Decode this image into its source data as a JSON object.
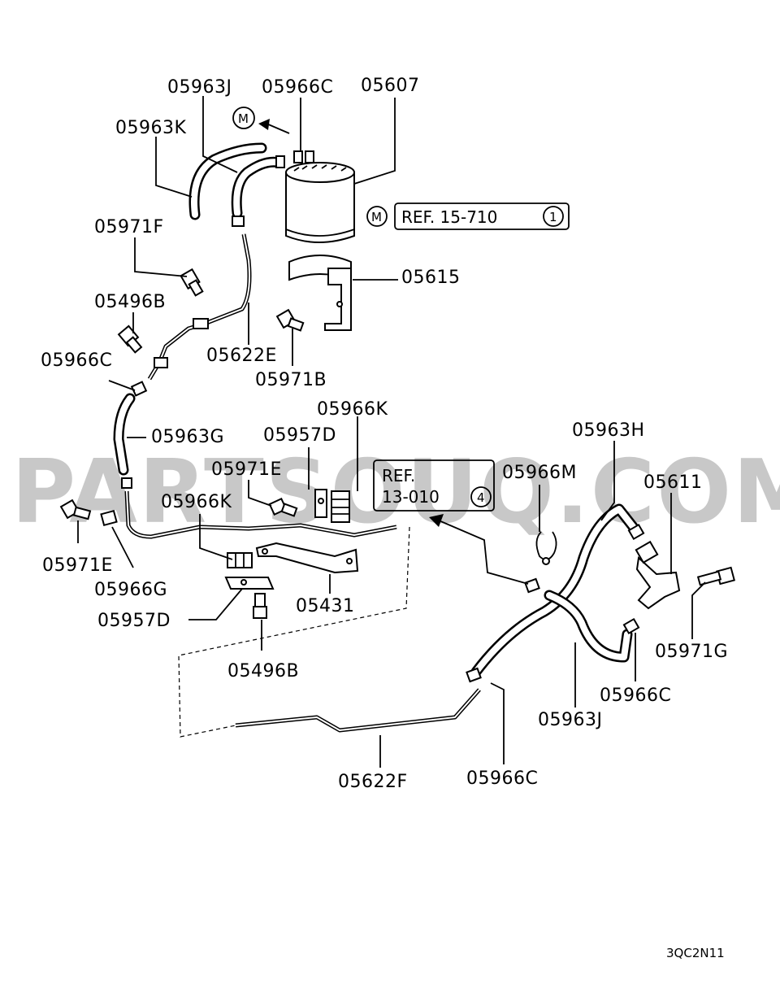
{
  "watermark": "PARTSOUQ.COM",
  "labels": {
    "l_05963J_top": "05963J",
    "l_05966C_top": "05966C",
    "l_05607": "05607",
    "l_05963K": "05963K",
    "l_05971F": "05971F",
    "l_05615": "05615",
    "l_05496B_left": "05496B",
    "l_05622E": "05622E",
    "l_05966C_left": "05966C",
    "l_05971B": "05971B",
    "l_05966K_top": "05966K",
    "l_05957D_top": "05957D",
    "l_05963G": "05963G",
    "l_05971E_mid": "05971E",
    "l_05966K_mid": "05966K",
    "l_05966M": "05966M",
    "l_05963H": "05963H",
    "l_05611": "05611",
    "l_05971E_left": "05971E",
    "l_05966G": "05966G",
    "l_05957D_bot": "05957D",
    "l_05431": "05431",
    "l_05496B_bot": "05496B",
    "l_05971G": "05971G",
    "l_05966C_right": "05966C",
    "l_05963J_bot": "05963J",
    "l_05966C_bot": "05966C",
    "l_05622F": "05622F"
  },
  "refs": {
    "ref1_text": "REF. 15-710",
    "ref1_num": "1",
    "ref1_marker": "M",
    "ref2_line1": "REF.",
    "ref2_line2": "13-010",
    "ref2_num": "4"
  },
  "top_marker": "M",
  "diagram_code": "3QC2N11"
}
